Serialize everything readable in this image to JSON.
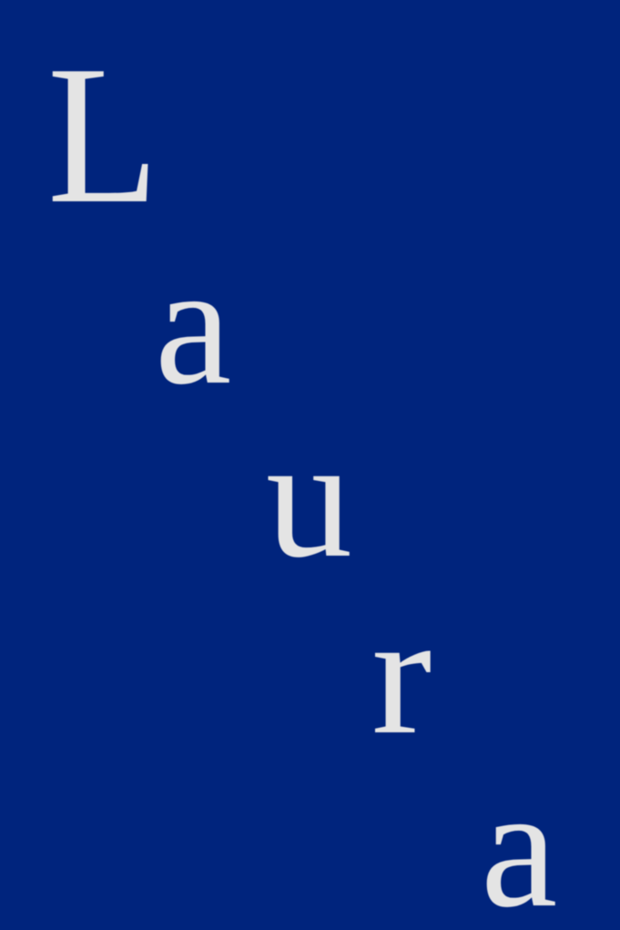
{
  "colors": {
    "background": "#00247d",
    "text": "#e4e4e4"
  },
  "word": {
    "letters": [
      "L",
      "a",
      "u",
      "r",
      "a"
    ]
  }
}
